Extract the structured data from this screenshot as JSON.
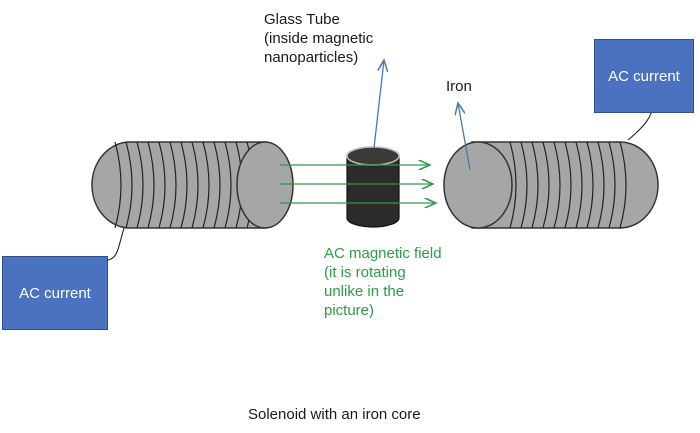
{
  "labels": {
    "glass_tube": "Glass Tube\n(inside magnetic\nnanoparticles)",
    "iron": "Iron",
    "field": "AC magnetic field\n(it is rotating\nunlike in the\npicture)",
    "caption": "Solenoid with an iron core",
    "ac_left": "AC current",
    "ac_right": "AC current"
  },
  "colors": {
    "box_fill": "#4a72c0",
    "field_green": "#2e9a4a",
    "pointer_blue": "#4a78b8",
    "core_gray": "#a6a6a6",
    "tube_dark": "#2b2b2b"
  }
}
